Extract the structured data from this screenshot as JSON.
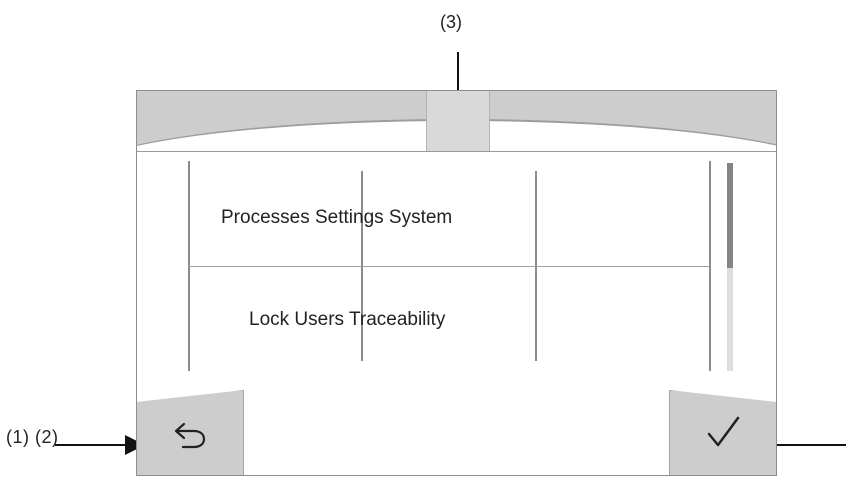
{
  "callouts": {
    "top": "(3)",
    "left": "(1) (2)"
  },
  "menu": {
    "row_1": "Processes Settings System",
    "row_2": "Lock Users Traceability"
  },
  "scrollbar": {
    "position_fraction": 0.5
  },
  "icons": {
    "back": "back-arrow-icon",
    "confirm": "checkmark-icon"
  },
  "colors": {
    "panel": "#cdcdcd",
    "line": "#8c8c8c",
    "text": "#222222"
  }
}
